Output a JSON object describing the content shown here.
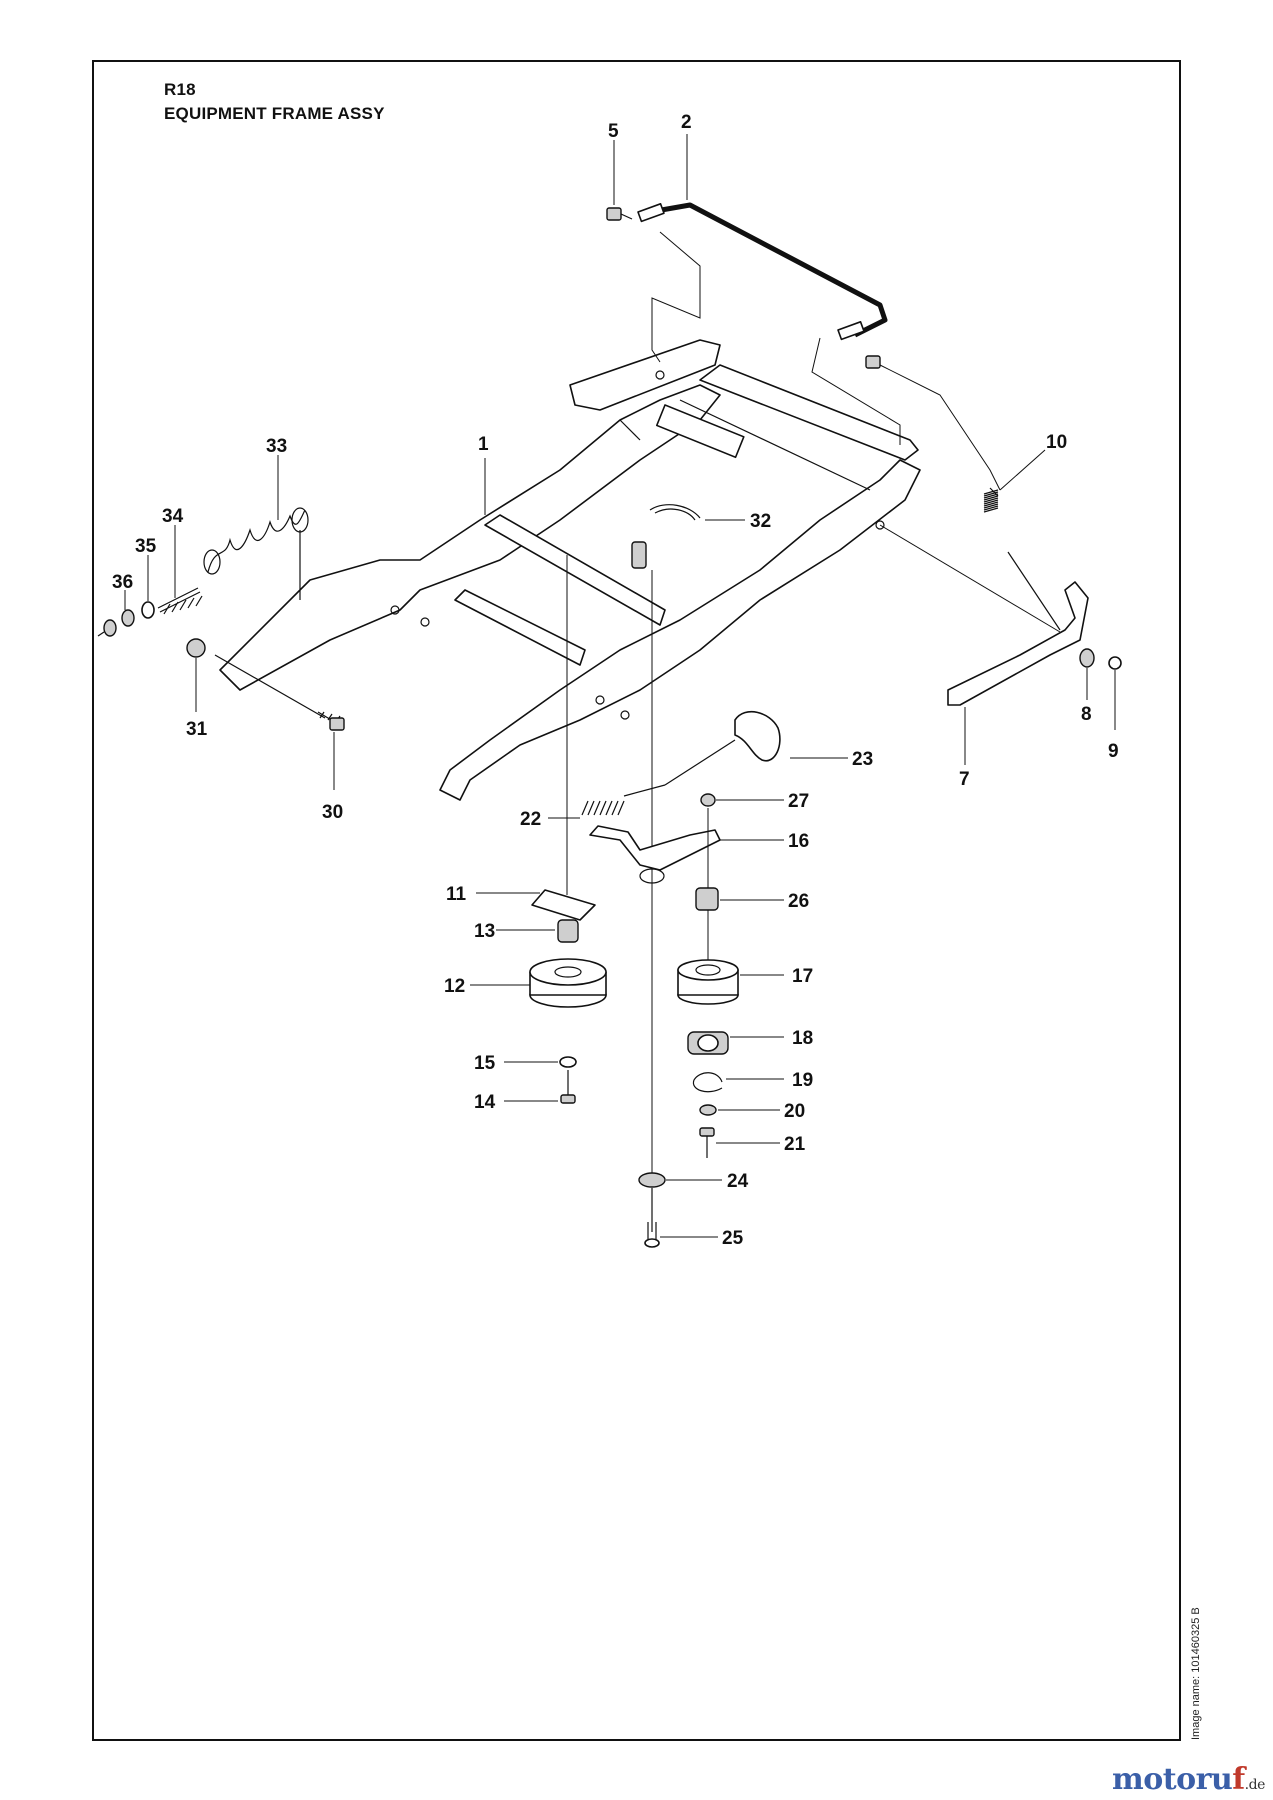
{
  "header": {
    "model": "R18",
    "assembly_title": "EQUIPMENT FRAME ASSY"
  },
  "footer": {
    "image_name": "Image name: 101460325 B",
    "logo_text": "motoruf",
    "logo_tld": ".de"
  },
  "callouts": [
    "1",
    "2",
    "5",
    "7",
    "8",
    "9",
    "10",
    "11",
    "12",
    "13",
    "14",
    "15",
    "16",
    "17",
    "18",
    "19",
    "20",
    "21",
    "22",
    "23",
    "24",
    "25",
    "26",
    "27",
    "30",
    "31",
    "32",
    "33",
    "34",
    "35",
    "36"
  ],
  "colors": {
    "line": "#111111",
    "logo_blue": "#3b5fa8",
    "logo_red": "#c0392b"
  }
}
